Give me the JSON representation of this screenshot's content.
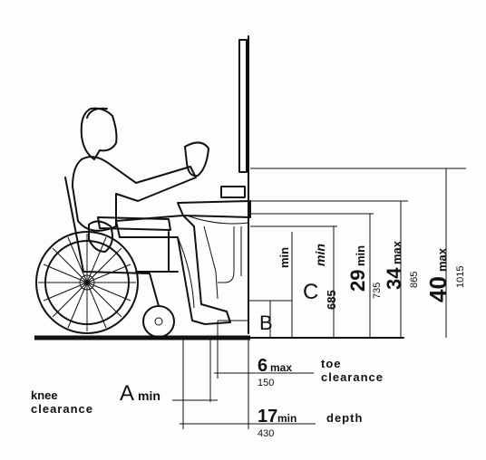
{
  "labels": {
    "knee_line1": "knee",
    "knee_line2": "clearance",
    "a_letter": "A",
    "a_suffix": "min",
    "b_letter": "B",
    "c_letter": "C",
    "min_label": "min",
    "min_label_italic": "min",
    "val_685": "685",
    "val_29": "29",
    "val_29_suffix": "min",
    "val_735": "735",
    "val_34": "34",
    "val_34_suffix": "max",
    "val_865": "865",
    "val_40": "40",
    "val_40_suffix": "max",
    "val_1015": "1015",
    "toe_value": "6",
    "toe_suffix": "max",
    "toe_metric": "150",
    "toe_line1": "toe",
    "toe_line2": "clearance",
    "depth_value": "17",
    "depth_suffix": "min",
    "depth_metric": "430",
    "depth_label": "depth"
  },
  "colors": {
    "ink": "#111111",
    "paper": "#fdfdfb"
  }
}
